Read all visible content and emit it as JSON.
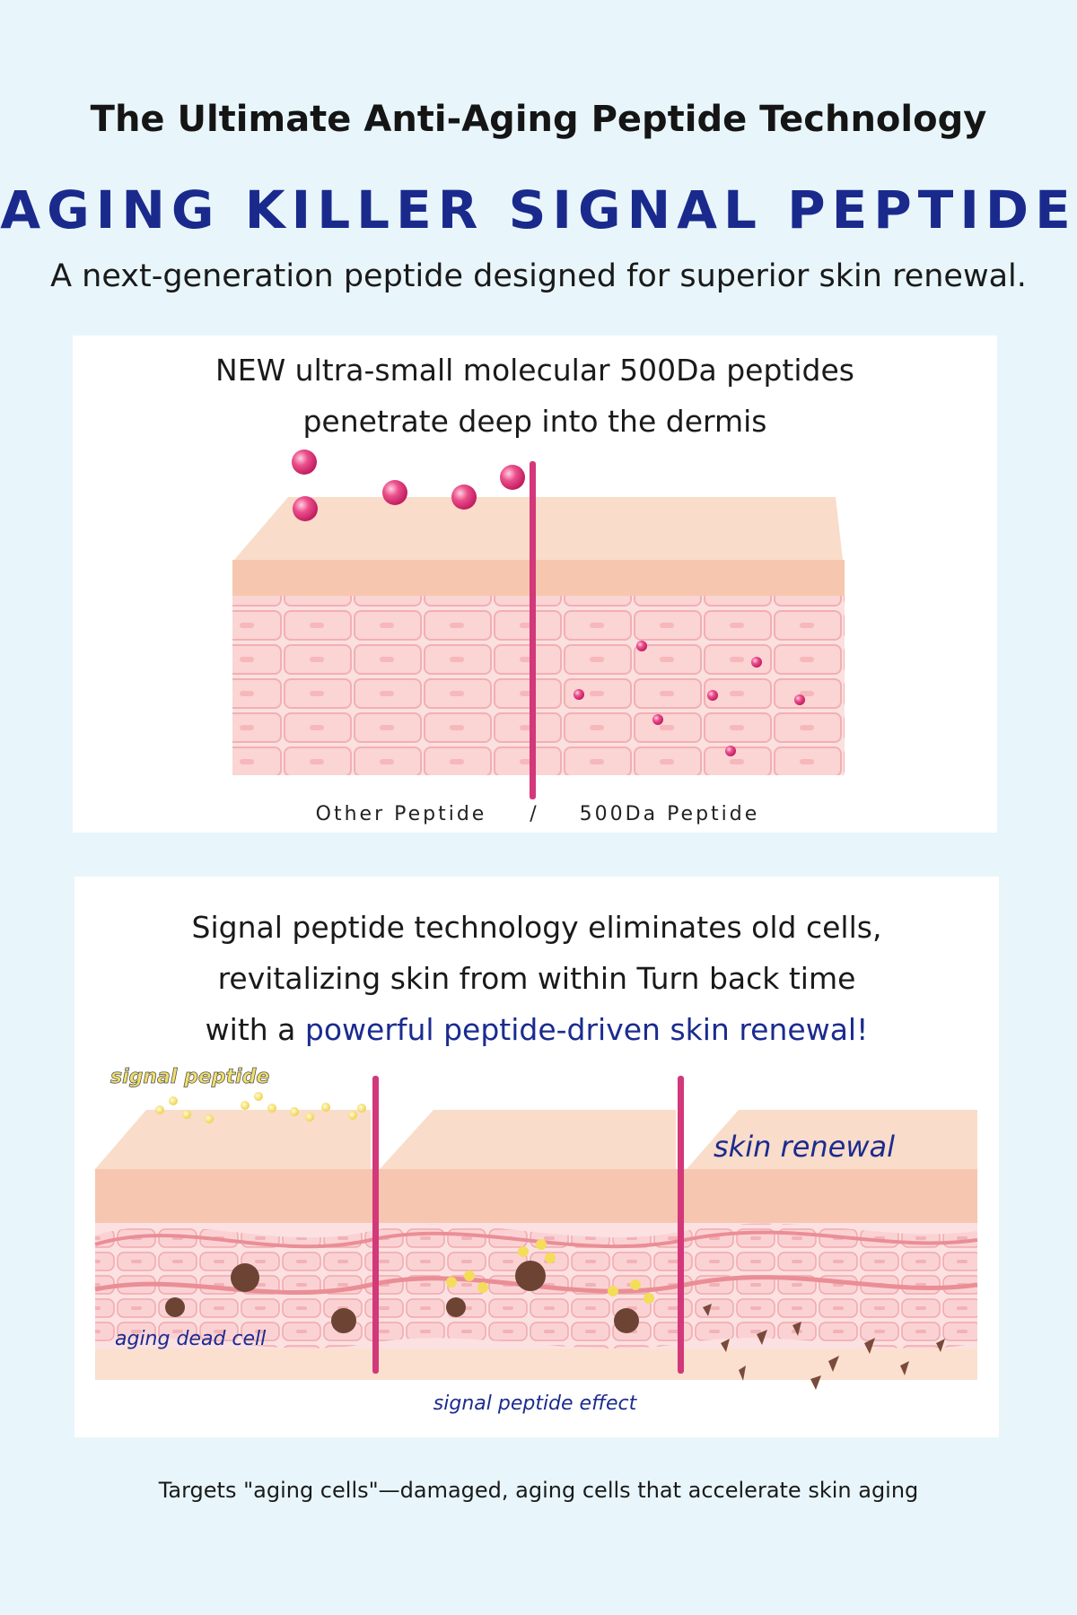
{
  "header": {
    "kicker": "The Ultimate Anti-Aging Peptide Technology",
    "title": "AGING KILLER SIGNAL PEPTIDE",
    "subtitle": "A next-generation peptide designed for superior skin renewal."
  },
  "panel1": {
    "caption_line1": "NEW ultra-small molecular 500Da peptides",
    "caption_line2": "penetrate deep into the dermis",
    "label_left": "Other Peptide",
    "label_sep": "/",
    "label_right": "500Da Peptide"
  },
  "panel2": {
    "caption_line1": "Signal peptide technology eliminates old cells,",
    "caption_line2": "revitalizing skin from within Turn back time",
    "caption_line3_plain": "with a ",
    "caption_line3_accent": "powerful peptide-driven skin renewal!",
    "label_signal_peptide": "signal peptide",
    "label_skin_renewal": "skin renewal",
    "label_aging_dead_cell": "aging dead cell",
    "label_signal_effect": "signal peptide effect"
  },
  "footer": {
    "text": "Targets \"aging cells\"—damaged, aging cells that accelerate skin aging"
  },
  "colors": {
    "background": "#e8f6fb",
    "title_blue": "#1a2a8c",
    "divider_pink": "#d2387a",
    "skin_top": "#f7d9c4",
    "cell_fill": "#f9c6c6",
    "peptide_pink": "#e0407e"
  }
}
